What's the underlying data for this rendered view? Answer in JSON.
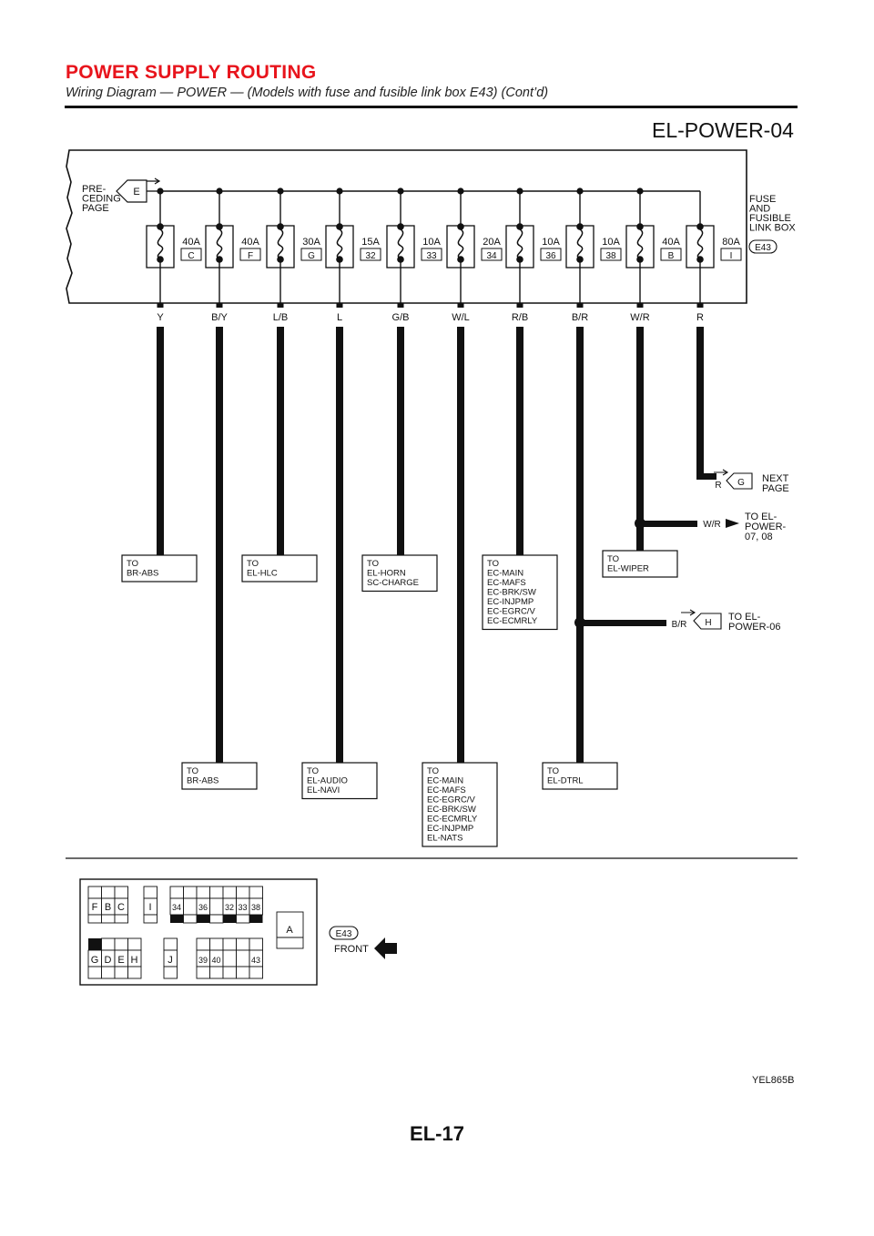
{
  "header": {
    "title": "POWER SUPPLY ROUTING",
    "subtitle": "Wiring Diagram — POWER — (Models with fuse and fusible link box E43) (Cont’d)"
  },
  "diagram_id": "EL-POWER-04",
  "figure_id": "YEL865B",
  "page_number": "EL-17",
  "prev_page": {
    "lines": [
      "PRE-",
      "CEDING",
      "PAGE"
    ],
    "connector": "E"
  },
  "fuse_box": {
    "lines": [
      "FUSE",
      "AND",
      "FUSIBLE",
      "LINK BOX"
    ],
    "connector": "E43"
  },
  "fuses": [
    {
      "amp": "40A",
      "id": "C",
      "wire": "Y"
    },
    {
      "amp": "40A",
      "id": "F",
      "wire": "B/Y"
    },
    {
      "amp": "30A",
      "id": "G",
      "wire": "L/B"
    },
    {
      "amp": "15A",
      "id": "32",
      "wire": "L"
    },
    {
      "amp": "10A",
      "id": "33",
      "wire": "G/B"
    },
    {
      "amp": "20A",
      "id": "34",
      "wire": "W/L"
    },
    {
      "amp": "10A",
      "id": "36",
      "wire": "R/B"
    },
    {
      "amp": "10A",
      "id": "38",
      "wire": "B/R"
    },
    {
      "amp": "40A",
      "id": "B",
      "wire": "W/R"
    },
    {
      "amp": "80A",
      "id": "I",
      "wire": "R"
    }
  ],
  "upper_boxes": [
    {
      "lines": [
        "TO",
        "BR-ABS"
      ]
    },
    {
      "lines": [
        "TO",
        "EL-HLC"
      ]
    },
    {
      "lines": [
        "TO",
        "EL-HORN",
        "SC-CHARGE"
      ]
    },
    {
      "lines": [
        "TO",
        "EC-MAIN",
        "EC-MAFS",
        "EC-BRK/SW",
        "EC-INJPMP",
        "EC-EGRC/V",
        "EC-ECMRLY"
      ]
    },
    {
      "lines": [
        "TO",
        "EL-WIPER"
      ]
    }
  ],
  "lower_boxes": [
    {
      "lines": [
        "TO",
        "BR-ABS"
      ]
    },
    {
      "lines": [
        "TO",
        "EL-AUDIO",
        "EL-NAVI"
      ]
    },
    {
      "lines": [
        "TO",
        "EC-MAIN",
        "EC-MAFS",
        "EC-EGRC/V",
        "EC-BRK/SW",
        "EC-ECMRLY",
        "EC-INJPMP",
        "EL-NATS"
      ]
    },
    {
      "lines": [
        "TO",
        "EL-DTRL"
      ]
    }
  ],
  "branches": [
    {
      "wire": "R",
      "connector": "G",
      "lines": [
        "NEXT",
        "PAGE"
      ]
    },
    {
      "wire": "W/R",
      "connector": "",
      "lines": [
        "TO EL-",
        "POWER-",
        "07, 08"
      ]
    },
    {
      "wire": "B/R",
      "connector": "H",
      "lines": [
        "TO EL-",
        "POWER-06"
      ]
    }
  ],
  "connector_layout": {
    "top_labels": [
      "F",
      "B",
      "C",
      "I",
      "34",
      "36",
      "32",
      "33",
      "38"
    ],
    "bottom_labels": [
      "G",
      "D",
      "E",
      "H",
      "J",
      "39",
      "40",
      "43"
    ],
    "side_label": "A"
  },
  "front_view": {
    "connector": "E43",
    "label": "FRONT"
  }
}
